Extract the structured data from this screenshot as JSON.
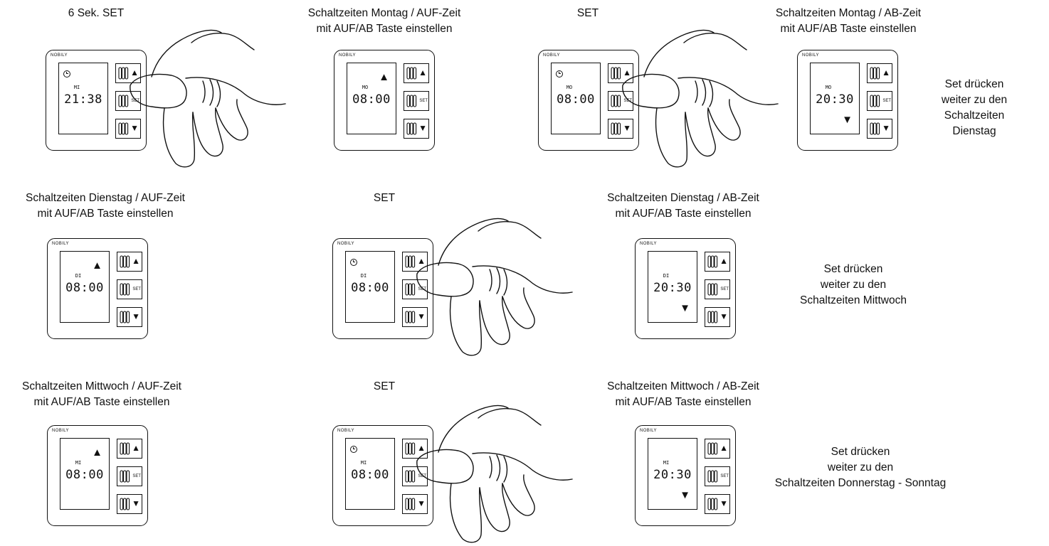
{
  "steps": [
    {
      "caption": "6 Sek. SET",
      "brand": "NOBILY",
      "day": "MI",
      "time": "21:38",
      "clock": true,
      "arrow": "",
      "press": true
    },
    {
      "caption": "Schaltzeiten Montag / AUF-Zeit\nmit AUF/AB Taste einstellen",
      "brand": "NOBILY",
      "day": "MO",
      "time": "08:00",
      "clock": false,
      "arrow": "up",
      "press": false
    },
    {
      "caption": "SET",
      "brand": "NOBILY",
      "day": "MO",
      "time": "08:00",
      "clock": true,
      "arrow": "",
      "press": true
    },
    {
      "caption": "Schaltzeiten Montag / AB-Zeit\nmit AUF/AB Taste einstellen",
      "brand": "NOBILY",
      "day": "MO",
      "time": "20:30",
      "clock": false,
      "arrow": "down",
      "press": false
    },
    {
      "caption": "Schaltzeiten Dienstag / AUF-Zeit\nmit AUF/AB Taste einstellen",
      "brand": "NOBILY",
      "day": "DI",
      "time": "08:00",
      "clock": false,
      "arrow": "up",
      "press": false
    },
    {
      "caption": "SET",
      "brand": "NOBILY",
      "day": "DI",
      "time": "08:00",
      "clock": true,
      "arrow": "",
      "press": true
    },
    {
      "caption": "Schaltzeiten Dienstag / AB-Zeit\nmit AUF/AB Taste einstellen",
      "brand": "NOBILY",
      "day": "DI",
      "time": "20:30",
      "clock": false,
      "arrow": "down",
      "press": false
    },
    {
      "caption": "Schaltzeiten Mittwoch / AUF-Zeit\nmit AUF/AB Taste einstellen",
      "brand": "NOBILY",
      "day": "MI",
      "time": "08:00",
      "clock": false,
      "arrow": "up",
      "press": false
    },
    {
      "caption": "SET",
      "brand": "NOBILY",
      "day": "MI",
      "time": "08:00",
      "clock": true,
      "arrow": "",
      "press": true
    },
    {
      "caption": "Schaltzeiten Mittwoch / AB-Zeit\nmit AUF/AB Taste einstellen",
      "brand": "NOBILY",
      "day": "MI",
      "time": "20:30",
      "clock": false,
      "arrow": "down",
      "press": false
    }
  ],
  "side_notes": [
    "Set drücken\nweiter zu den\nSchaltzeiten Dienstag",
    "Set drücken\nweiter zu den\nSchaltzeiten Mittwoch",
    "Set drücken\nweiter zu den\nSchaltzeiten Donnerstag - Sonntag"
  ],
  "buttons": {
    "up": "▲",
    "set": "SET",
    "down": "▼"
  },
  "arrows": {
    "up": "▲",
    "down": "▼"
  }
}
